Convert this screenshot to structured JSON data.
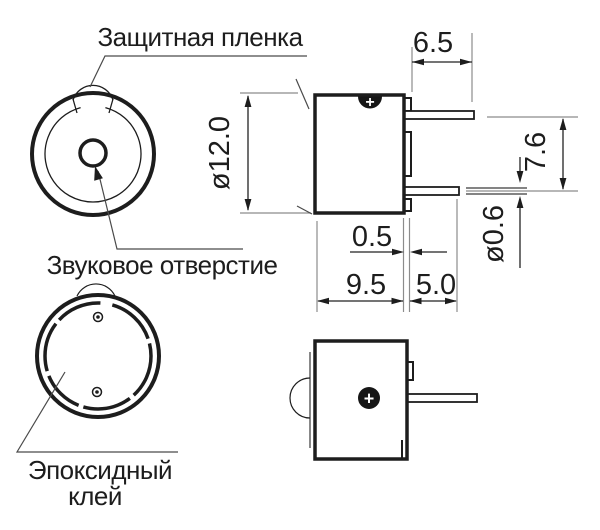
{
  "callouts": {
    "protective_film": "Защитная пленка",
    "sound_hole": "Звуковое отверстие",
    "epoxy_glue": [
      "Эпоксидный",
      "клей"
    ]
  },
  "dimensions": {
    "top_pin_length": "6.5",
    "body_diameter": "ø12.0",
    "pin_pitch": "7.6",
    "pin_diameter": "ø0.6",
    "plate_offset": "0.5",
    "body_height": "9.5",
    "bottom_pin_length": "5.0"
  },
  "markers": {
    "polarity_side": "+",
    "polarity_bottom": "+"
  },
  "colors": {
    "outline": "#1d1d1d",
    "dimension_lines": "#222222",
    "extension_lines": "#8c8c8c",
    "background": "#ffffff"
  }
}
